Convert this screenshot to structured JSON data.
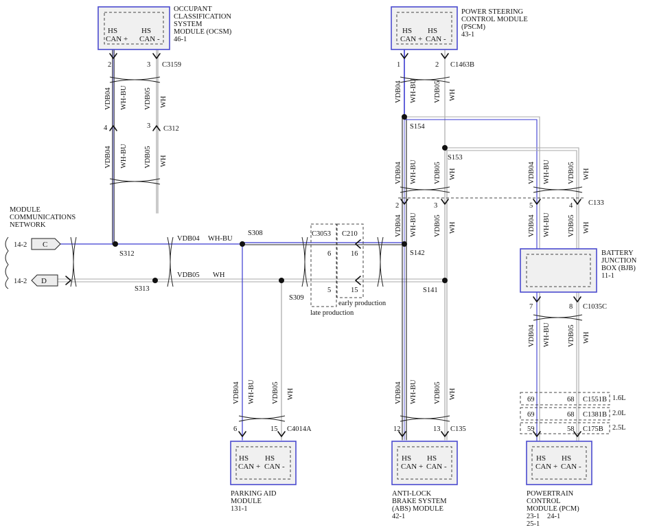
{
  "colors": {
    "blue_wire": "#3a3ad0",
    "white_wire": "#a8a8a8",
    "module_fill": "#f0f0f0",
    "module_border": "#4a4acf"
  },
  "modules": {
    "ocsm": {
      "line1": "OCCUPANT",
      "line2": "CLASSIFICATION",
      "line3": "SYSTEM",
      "line4": "MODULE (OCSM)",
      "ref": "46-1"
    },
    "pscm": {
      "line1": "POWER STEERING",
      "line2": "CONTROL MODULE",
      "line3": "(PSCM)",
      "ref": "43-1"
    },
    "bjb": {
      "line1": "BATTERY",
      "line2": "JUNCTION",
      "line3": "BOX (BJB)",
      "ref": "11-1"
    },
    "pam": {
      "line1": "PARKING AID",
      "line2": "MODULE",
      "ref": "131-1"
    },
    "abs": {
      "line1": "ANTI-LOCK",
      "line2": "BRAKE SYSTEM",
      "line3": "(ABS) MODULE",
      "ref": "42-1"
    },
    "pcm": {
      "line1": "POWERTRAIN",
      "line2": "CONTROL",
      "line3": "MODULE (PCM)",
      "ref1": "23-1",
      "ref2": "24-1",
      "ref3": "25-1"
    }
  },
  "pins": {
    "hs": "HS",
    "can_plus": "CAN +",
    "can_minus": "CAN -"
  },
  "network": {
    "line1": "MODULE",
    "line2": "COMMUNICATIONS",
    "line3": "NETWORK",
    "conn_c": "C",
    "conn_d": "D",
    "ref_c": "14-2",
    "ref_d": "14-2"
  },
  "circuits": {
    "vdb04": "VDB04",
    "vdb05": "VDB05",
    "wh_bu": "WH-BU",
    "wh": "WH"
  },
  "connectors": {
    "c3159": "C3159",
    "c312": "C312",
    "c1463b": "C1463B",
    "c133": "C133",
    "c3053": "C3053",
    "c210": "C210",
    "c1035c": "C1035C",
    "c4014a": "C4014A",
    "c135": "C135",
    "c1551b": "C1551B",
    "c1381b": "C1381B",
    "c175b": "C175B"
  },
  "splices": {
    "s312": "S312",
    "s313": "S313",
    "s308": "S308",
    "s309": "S309",
    "s154": "S154",
    "s153": "S153",
    "s142": "S142",
    "s141": "S141"
  },
  "pin_numbers": {
    "ocsm_a": "2",
    "ocsm_b": "3",
    "c312_a": "4",
    "c312_b": "3",
    "pscm_a": "1",
    "pscm_b": "2",
    "c133_a": "2",
    "c133_b": "3",
    "c133_c": "5",
    "c133_d": "4",
    "c3053_a": "6",
    "c3053_b": "5",
    "c210_a": "16",
    "c210_b": "15",
    "bjb_a": "7",
    "bjb_b": "8",
    "pam_a": "6",
    "pam_b": "15",
    "abs_a": "12",
    "abs_b": "13",
    "pcm16_a": "69",
    "pcm16_b": "68",
    "pcm20_a": "69",
    "pcm20_b": "68",
    "pcm25_a": "59",
    "pcm25_b": "58"
  },
  "notes": {
    "late": "late production",
    "early": "early production",
    "e16": "1.6L",
    "e20": "2.0L",
    "e25": "2.5L"
  }
}
